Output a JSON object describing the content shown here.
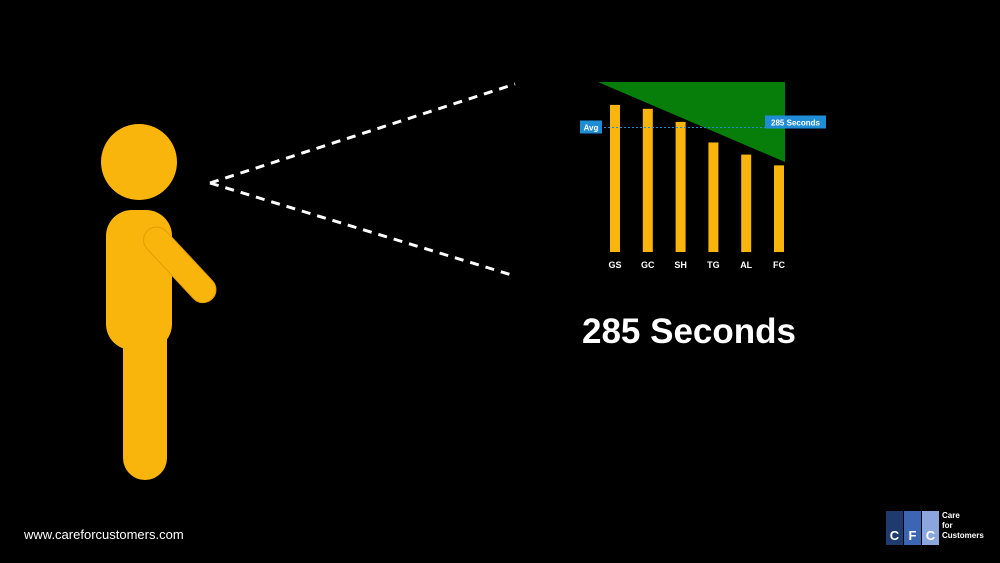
{
  "headline": "285 Seconds",
  "footer": {
    "url": "www.careforcustomers.com"
  },
  "logo": {
    "letters": [
      "C",
      "F",
      "C"
    ],
    "words": [
      "Care",
      "for",
      "Customers"
    ],
    "tile_colors": [
      "#1f3a6d",
      "#3c66b3",
      "#8aa6dd"
    ]
  },
  "colors": {
    "background": "#000000",
    "figure": "#f9b50b",
    "bar": "#f9b50b",
    "triangle": "#087e0a",
    "avg_label": "#1f8dd6",
    "dashed": "#ffffff"
  },
  "figure": {
    "icon": "person-icon"
  },
  "chart_data": {
    "type": "bar",
    "categories": [
      "GS",
      "GC",
      "SH",
      "TG",
      "AL",
      "FC"
    ],
    "values": [
      450,
      438,
      398,
      335,
      298,
      265
    ],
    "ylim": [
      0,
      520
    ],
    "avg_label": "Avg",
    "avg_value_label": "285 Seconds",
    "avg_value": 390
  }
}
